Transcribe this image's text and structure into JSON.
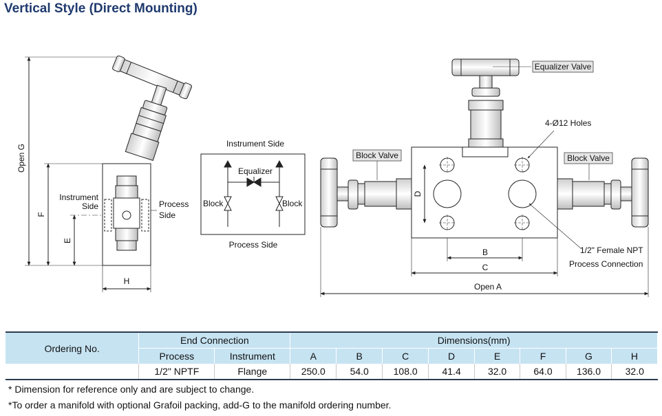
{
  "title": "Vertical Style (Direct Mounting)",
  "side_view": {
    "open_g": "Open G",
    "f": "F",
    "e": "E",
    "h": "H",
    "instrument_side": [
      "Instrument",
      "Side"
    ],
    "process_side": [
      "Process",
      "Side"
    ]
  },
  "schematic": {
    "instrument_side": "Instrument Side",
    "process_side": "Process Side",
    "equalizer": "Equalizer",
    "block_left": "Block",
    "block_right": "Block"
  },
  "front_view": {
    "equalizer_valve": "Equalizer Valve",
    "block_valve_left": "Block Valve",
    "block_valve_right": "Block Valve",
    "holes": "4-Ø12 Holes",
    "npt_line1": "1/2\" Female NPT",
    "npt_line2": "Process Connection",
    "d": "D",
    "b": "B",
    "c": "C",
    "open_a": "Open A"
  },
  "table": {
    "ordering_no": "Ordering No.",
    "end_connection": "End Connection",
    "dimensions": "Dimensions(mm)",
    "process": "Process",
    "instrument": "Instrument",
    "dim_labels": [
      "A",
      "B",
      "C",
      "D",
      "E",
      "F",
      "G",
      "H"
    ],
    "row": {
      "ordering_no": "",
      "process": "1/2\" NPTF",
      "instrument": "Flange",
      "values": [
        "250.0",
        "54.0",
        "108.0",
        "41.4",
        "32.0",
        "64.0",
        "136.0",
        "32.0"
      ]
    }
  },
  "notes": [
    "* Dimension for reference only and are subject to change.",
    "*To order a manifold with optional Grafoil packing, add-G to the manifold ordering number."
  ]
}
